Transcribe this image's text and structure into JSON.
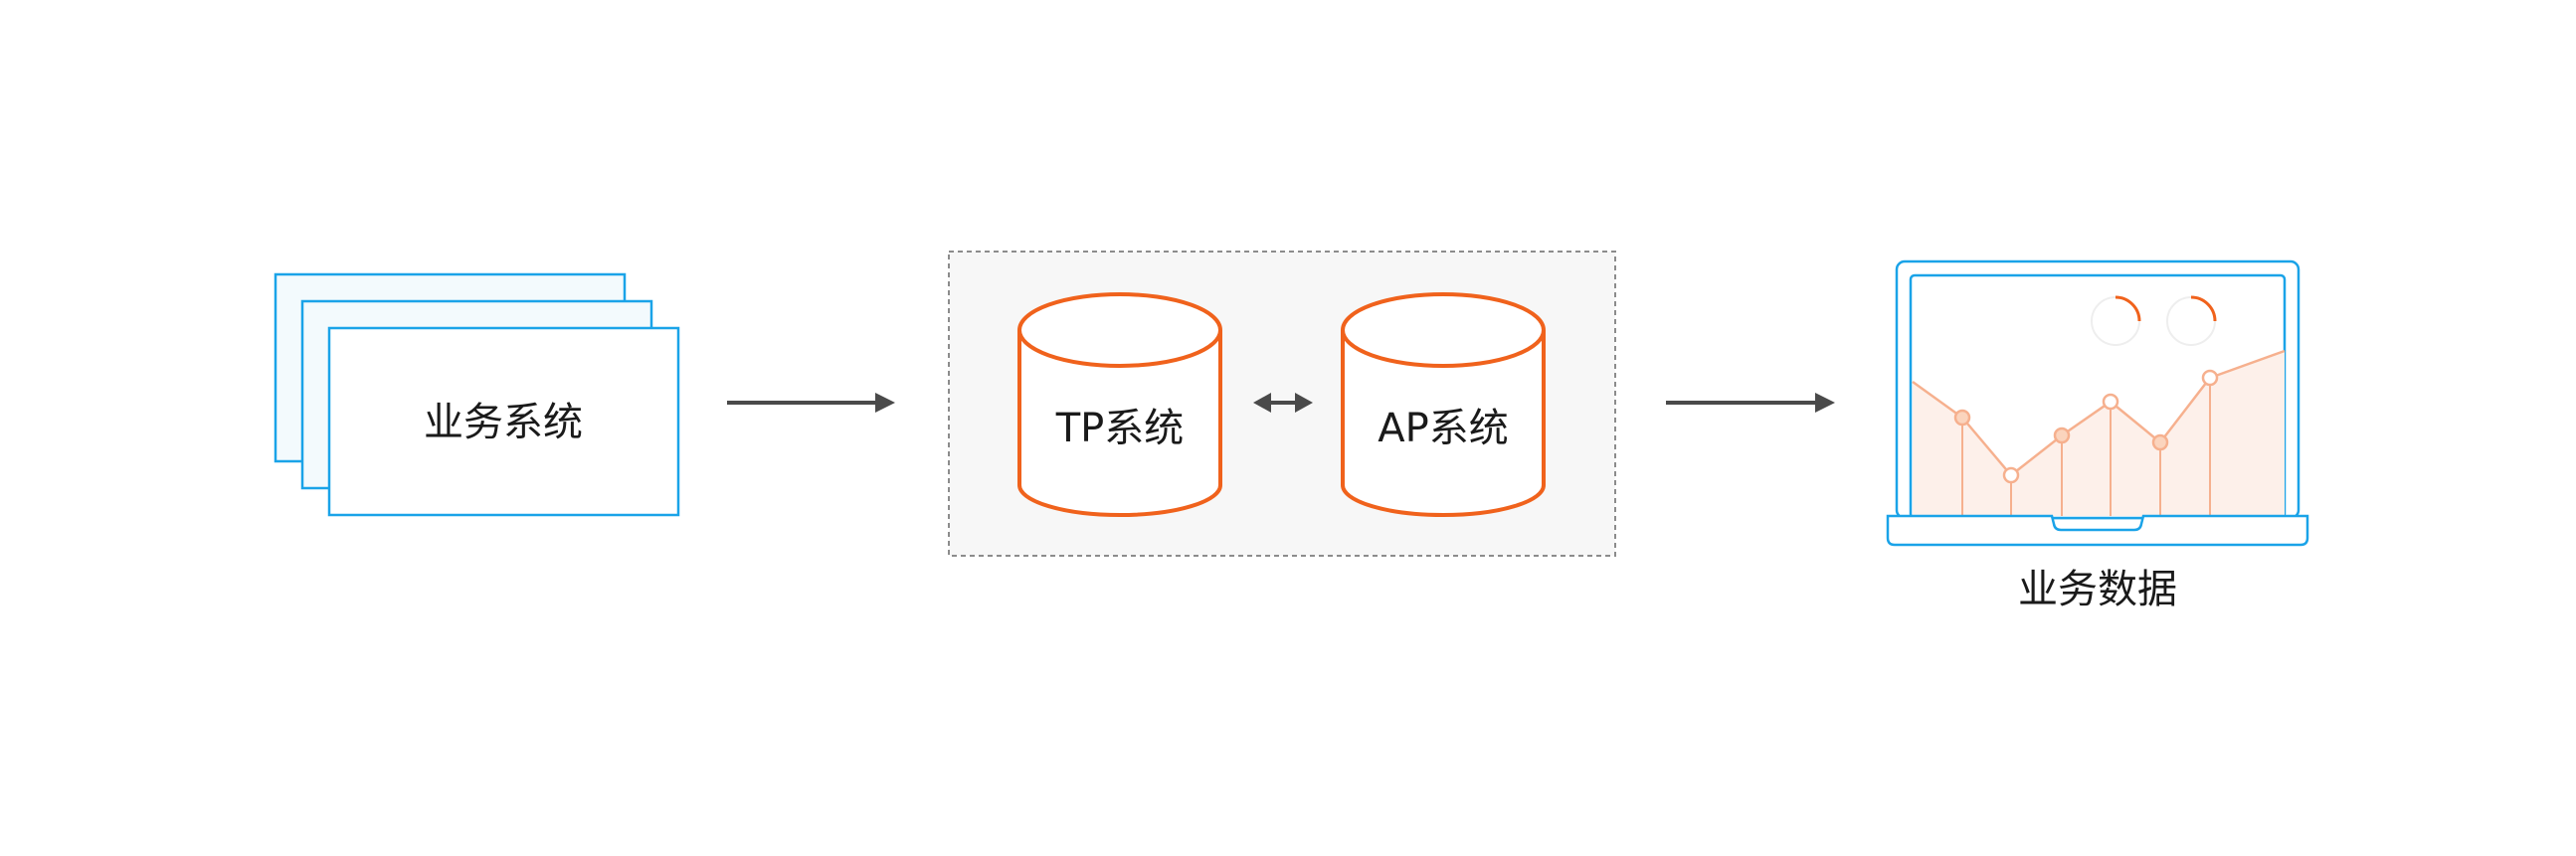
{
  "labels": {
    "source_system": "业务系统",
    "tp_system": "TP系统",
    "ap_system": "AP系统",
    "output": "业务数据"
  },
  "colors": {
    "card_border": "#1aa3e8",
    "card_fill_back": "#f3fafd",
    "card_fill_front": "#ffffff",
    "db_stroke": "#f0621c",
    "group_border": "#8c8c8c",
    "group_fill": "#f7f7f7",
    "arrow": "#4a4a4a",
    "laptop_border": "#1aa3e8",
    "chart_line": "#f6b08e",
    "chart_fill": "#fdf0ea",
    "chart_point_fill": "#fbd4bd",
    "gauge_accent": "#f0621c",
    "gauge_track": "#eeeeee"
  },
  "icons": {
    "source": "stacked-window-icon",
    "database": "cylinder-database-icon",
    "output": "laptop-chart-icon",
    "bidirectional": "double-arrow-icon"
  }
}
